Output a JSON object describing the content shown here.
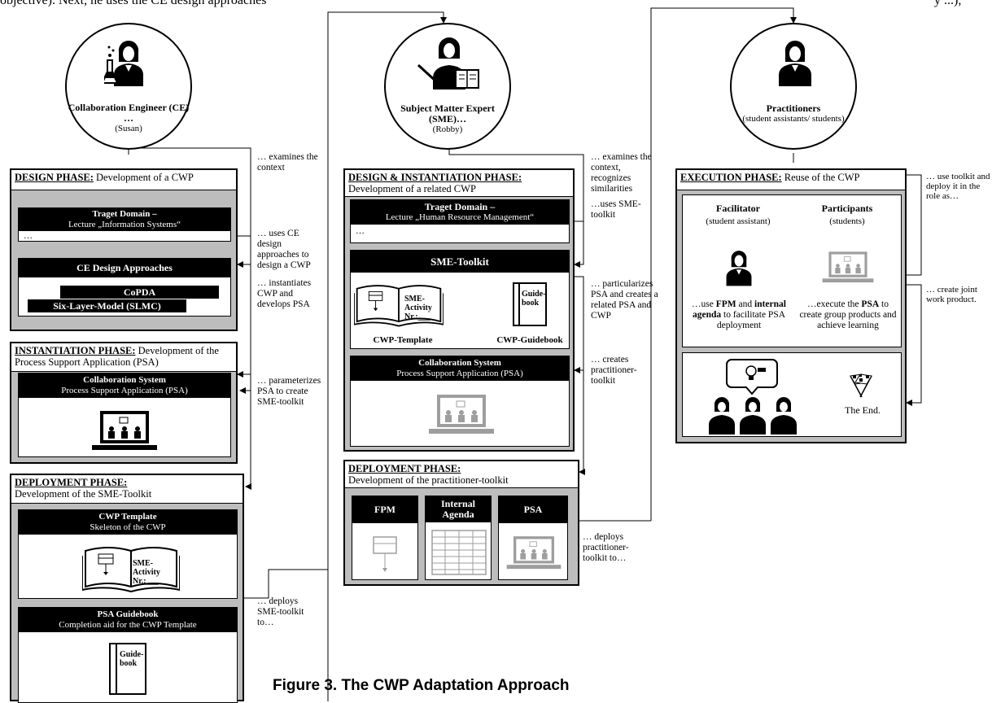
{
  "header_text": "objective). Next, he uses the CE design approaches",
  "header_tail": "y ...),",
  "caption": "Figure 3. The CWP Adaptation Approach",
  "actors": {
    "ce": {
      "name": "Collaboration Engineer (CE) …",
      "sub": "(Susan)"
    },
    "sme": {
      "name": "Subject Matter Expert (SME)…",
      "sub": "(Robby)"
    },
    "pr": {
      "name": "Practitioners",
      "sub": "(student assistants/ students)"
    }
  },
  "col1": {
    "design": {
      "title_u": "DESIGN PHASE:",
      "title": " Development of a CWP",
      "domain_title": "Traget Domain –",
      "domain_sub": "Lecture „Information Systems“",
      "domain_body": "…",
      "approaches": "CE Design Approaches",
      "copda": "CoPDA",
      "slmc": "Six-Layer-Model (SLMC)"
    },
    "instantiation": {
      "title_u": "INSTANTIATION PHASE:",
      "title": " Development of the Process Support Application (PSA)",
      "system": "Collaboration System",
      "psa": "Process Support Application (PSA)"
    },
    "deployment": {
      "title_u": "DEPLOYMENT PHASE:",
      "title": "Development of the SME-Toolkit",
      "template_title": "CWP Template",
      "template_sub": "Skeleton of the CWP",
      "book_text": "SME-Activity Nr.:___",
      "guide_title": "PSA Guidebook",
      "guide_sub": "Completion aid for the CWP Template",
      "guide_book": "Guide-book"
    },
    "notes": {
      "n1": "… examines the context",
      "n2": "… uses CE design approaches to design a CWP",
      "n3": "… instantiates CWP and develops PSA",
      "n4": "… parameterizes PSA to create SME-toolkit",
      "n5": "… deploys SME-toolkit to…"
    }
  },
  "col2": {
    "design": {
      "title_u": "DESIGN & INSTANTIATION PHASE:",
      "title": "Development of a related CWP",
      "domain_title": "Traget Domain –",
      "domain_sub": "Lecture „Human Resource Management“",
      "domain_body": "…",
      "toolkit": "SME-Toolkit",
      "book_text": "SME-Activity Nr.:___",
      "guide_book": "Guide-book",
      "cwp_template": "CWP-Template",
      "cwp_guidebook": "CWP-Guidebook",
      "system": "Collaboration System",
      "psa": "Process Support Application (PSA)"
    },
    "deployment": {
      "title_u": "DEPLOYMENT PHASE:",
      "title": "Development of the practitioner-toolkit",
      "fpm": "FPM",
      "agenda": "Internal Agenda",
      "psa": "PSA"
    },
    "notes": {
      "n1": "… examines the context, recognizes similarities",
      "n2": "…uses SME-toolkit",
      "n3": "… particularizes PSA and creates a related PSA and CWP",
      "n4": "… creates practitioner-toolkit",
      "n5": "… deploys practitioner-toolkit to…"
    }
  },
  "col3": {
    "execution": {
      "title_u": "EXECUTION PHASE:",
      "title": " Reuse of the CWP",
      "facilitator": "Facilitator",
      "facilitator_sub": "(student assistant)",
      "participants": "Participants",
      "participants_sub": "(students)",
      "fac_text_a": "…use ",
      "fac_text_b": "FPM",
      "fac_text_c": " and ",
      "fac_text_d": "internal agenda",
      "fac_text_e": " to facilitate PSA deployment",
      "par_text_a": "…execute the ",
      "par_text_b": "PSA",
      "par_text_c": " to create group products and achieve learning",
      "the_end": "The End."
    },
    "notes": {
      "n1": "… use toolkit and deploy it in the role as…",
      "n2": "… create joint work product."
    }
  }
}
